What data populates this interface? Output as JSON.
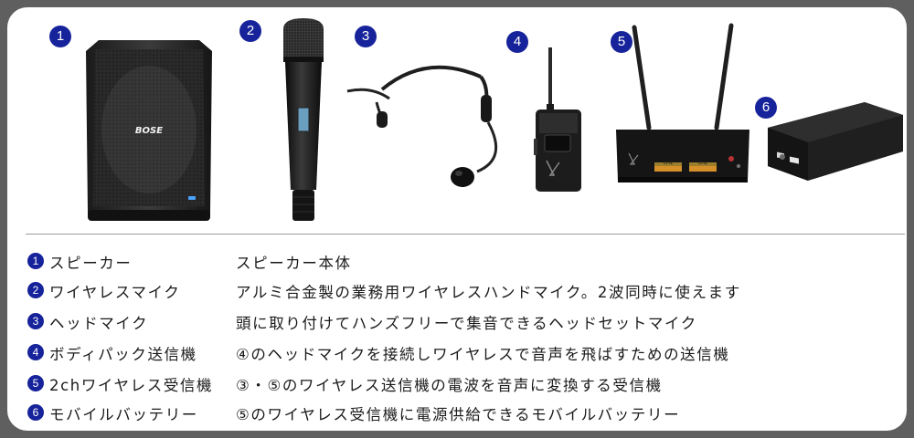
{
  "products": [
    {
      "number": "1",
      "icon": "portable-speaker-icon"
    },
    {
      "number": "2",
      "icon": "handheld-microphone-icon"
    },
    {
      "number": "3",
      "icon": "headset-microphone-icon"
    },
    {
      "number": "4",
      "icon": "bodypack-transmitter-icon"
    },
    {
      "number": "5",
      "icon": "receiver-icon"
    },
    {
      "number": "6",
      "icon": "mobile-battery-icon"
    }
  ],
  "brand": {
    "speaker_logo": "BOSE"
  },
  "receiver_display": {
    "left": "CH1",
    "right": "CH2"
  },
  "items": [
    {
      "number": "1",
      "name": "スピーカー",
      "description": "スピーカー本体"
    },
    {
      "number": "2",
      "name": "ワイヤレスマイク",
      "description": "アルミ合金製の業務用ワイヤレスハンドマイク。2波同時に使えます"
    },
    {
      "number": "3",
      "name": "ヘッドマイク",
      "description": "頭に取り付けてハンズフリーで集音できるヘッドセットマイク"
    },
    {
      "number": "4",
      "name": "ボディパック送信機",
      "description": "④のヘッドマイクを接続しワイヤレスで音声を飛ばすための送信機"
    },
    {
      "number": "5",
      "name": "2chワイヤレス受信機",
      "description": "③・⑤のワイヤレス送信機の電波を音声に変換する受信機"
    },
    {
      "number": "6",
      "name": "モバイルバッテリー",
      "description": "⑤のワイヤレス受信機に電源供給できるモバイルバッテリー"
    }
  ],
  "colors": {
    "badge": "#16239a",
    "frame": "#5f5f5f",
    "text": "#1a1a1a"
  }
}
